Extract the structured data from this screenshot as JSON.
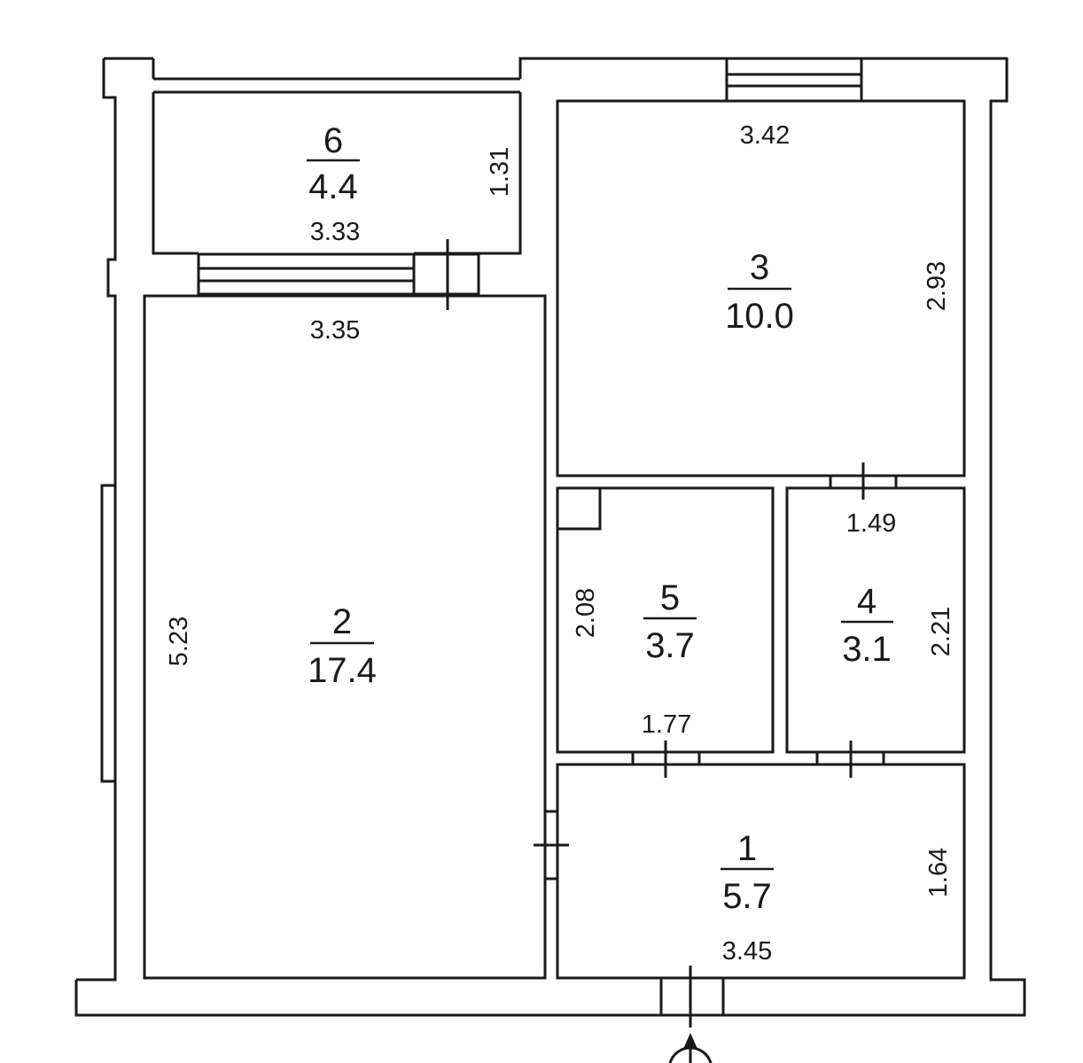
{
  "rooms": [
    {
      "id": "1",
      "area": "5.7"
    },
    {
      "id": "2",
      "area": "17.4"
    },
    {
      "id": "3",
      "area": "10.0"
    },
    {
      "id": "4",
      "area": "3.1"
    },
    {
      "id": "5",
      "area": "3.7"
    },
    {
      "id": "6",
      "area": "4.4"
    }
  ],
  "dimensions": {
    "room6_height": "1.31",
    "room6_width": "3.33",
    "room3_width": "3.42",
    "room3_height": "2.93",
    "room2_width": "3.35",
    "room2_height": "5.23",
    "room4_width": "1.49",
    "room4_height": "2.21",
    "room5_height": "2.08",
    "room5_width": "1.77",
    "room1_height": "1.64",
    "room1_width": "3.45"
  },
  "colors": {
    "line": "#1a1a1a",
    "background": "#ffffff"
  }
}
